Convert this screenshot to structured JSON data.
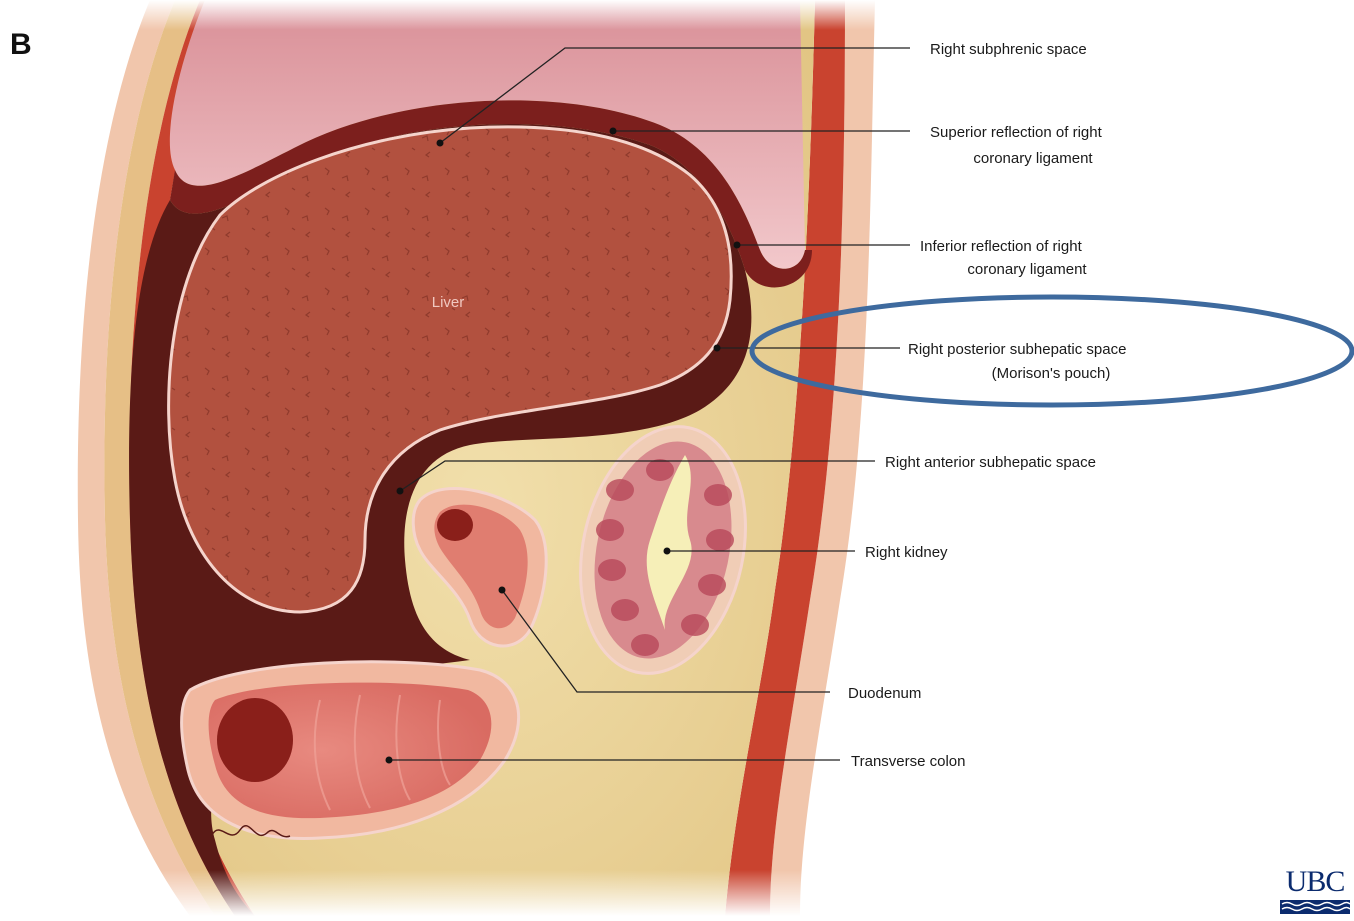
{
  "figure": {
    "panel_letter": "B",
    "liver_label": "Liver",
    "labels": {
      "subphrenic": "Right subphrenic space",
      "superior_1": "Superior reflection of right",
      "superior_2": "coronary ligament",
      "inferior_1": "Inferior reflection of right",
      "inferior_2": "coronary ligament",
      "posterior_1": "Right posterior subhepatic space",
      "posterior_2": "(Morison's pouch)",
      "anterior": "Right anterior subhepatic space",
      "kidney": "Right kidney",
      "duodenum": "Duodenum",
      "colon": "Transverse colon"
    },
    "highlight_color": "#3e6a9e"
  },
  "logo": {
    "text": "UBC",
    "color": "#0b2b6e"
  },
  "colors": {
    "lung": "#e9b3b6",
    "peritoneal_space": "#5a1a16",
    "liver": "#b2513f",
    "fat": "#ead39a",
    "muscle": "#c9432f",
    "skin": "#f1c6ac"
  }
}
